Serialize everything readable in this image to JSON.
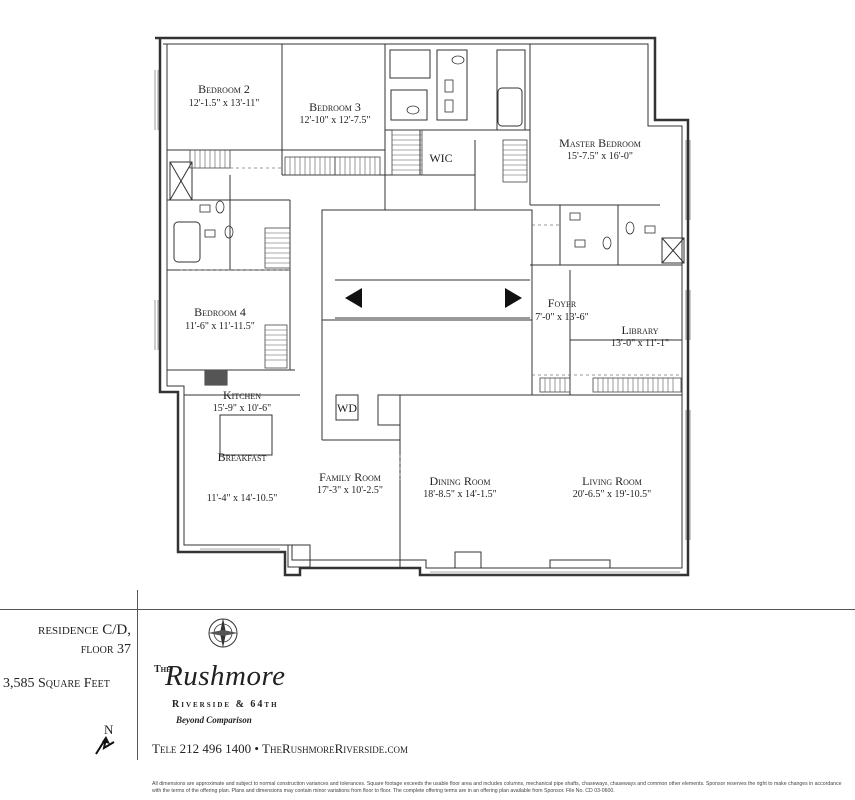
{
  "rooms": [
    {
      "id": "bedroom-2",
      "name": "Bedroom 2",
      "dims": "12'-1.5\" x 13'-11\""
    },
    {
      "id": "bedroom-3",
      "name": "Bedroom 3",
      "dims": "12'-10\" x 12'-7.5\""
    },
    {
      "id": "master-bedroom",
      "name": "Master Bedroom",
      "dims": "15'-7.5\" x 16'-0\""
    },
    {
      "id": "wic",
      "name": "WIC",
      "dims": ""
    },
    {
      "id": "foyer",
      "name": "Foyer",
      "dims": "7'-0\" x 13'-6\""
    },
    {
      "id": "library",
      "name": "Library",
      "dims": "13'-0\" x 11'-1\""
    },
    {
      "id": "bedroom-4",
      "name": "Bedroom 4",
      "dims": "11'-6\" x 11'-11.5\""
    },
    {
      "id": "kitchen",
      "name": "Kitchen",
      "dims": "15'-9\" x 10'-6\""
    },
    {
      "id": "wd",
      "name": "WD",
      "dims": ""
    },
    {
      "id": "breakfast",
      "name": "Breakfast",
      "dims": "11'-4\" x 14'-10.5\""
    },
    {
      "id": "family-room",
      "name": "Family Room",
      "dims": "17'-3\" x 10'-2.5\""
    },
    {
      "id": "dining-room",
      "name": "Dining Room",
      "dims": "18'-8.5\" x 14'-1.5\""
    },
    {
      "id": "living-room",
      "name": "Living Room",
      "dims": "20'-6.5\" x 19'-10.5\""
    }
  ],
  "footer": {
    "residence": "residence C/D,",
    "floor": "floor 37",
    "area": "3,585 Square Feet",
    "north": "N",
    "brand_the": "The",
    "brand_name": "Rushmore",
    "brand_sub": "Riverside & 64th",
    "brand_tagline": "Beyond Comparison",
    "contact": "Tele 212 496 1400 • TheRushmoreRiverside.com",
    "disclaimer": "All dimensions are approximate and subject to normal construction variances and tolerances. Square footage exceeds the usable floor area and includes columns, mechanical pipe shafts, chaseways, chaseways and common other elements. Sponsor reserves the right to make changes in accordance with the terms of the offering plan. Plans and dimensions may contain minor variations from floor to floor. The complete offering terms are in an offering plan available from Sponsor. File No. CD 03-0600."
  }
}
